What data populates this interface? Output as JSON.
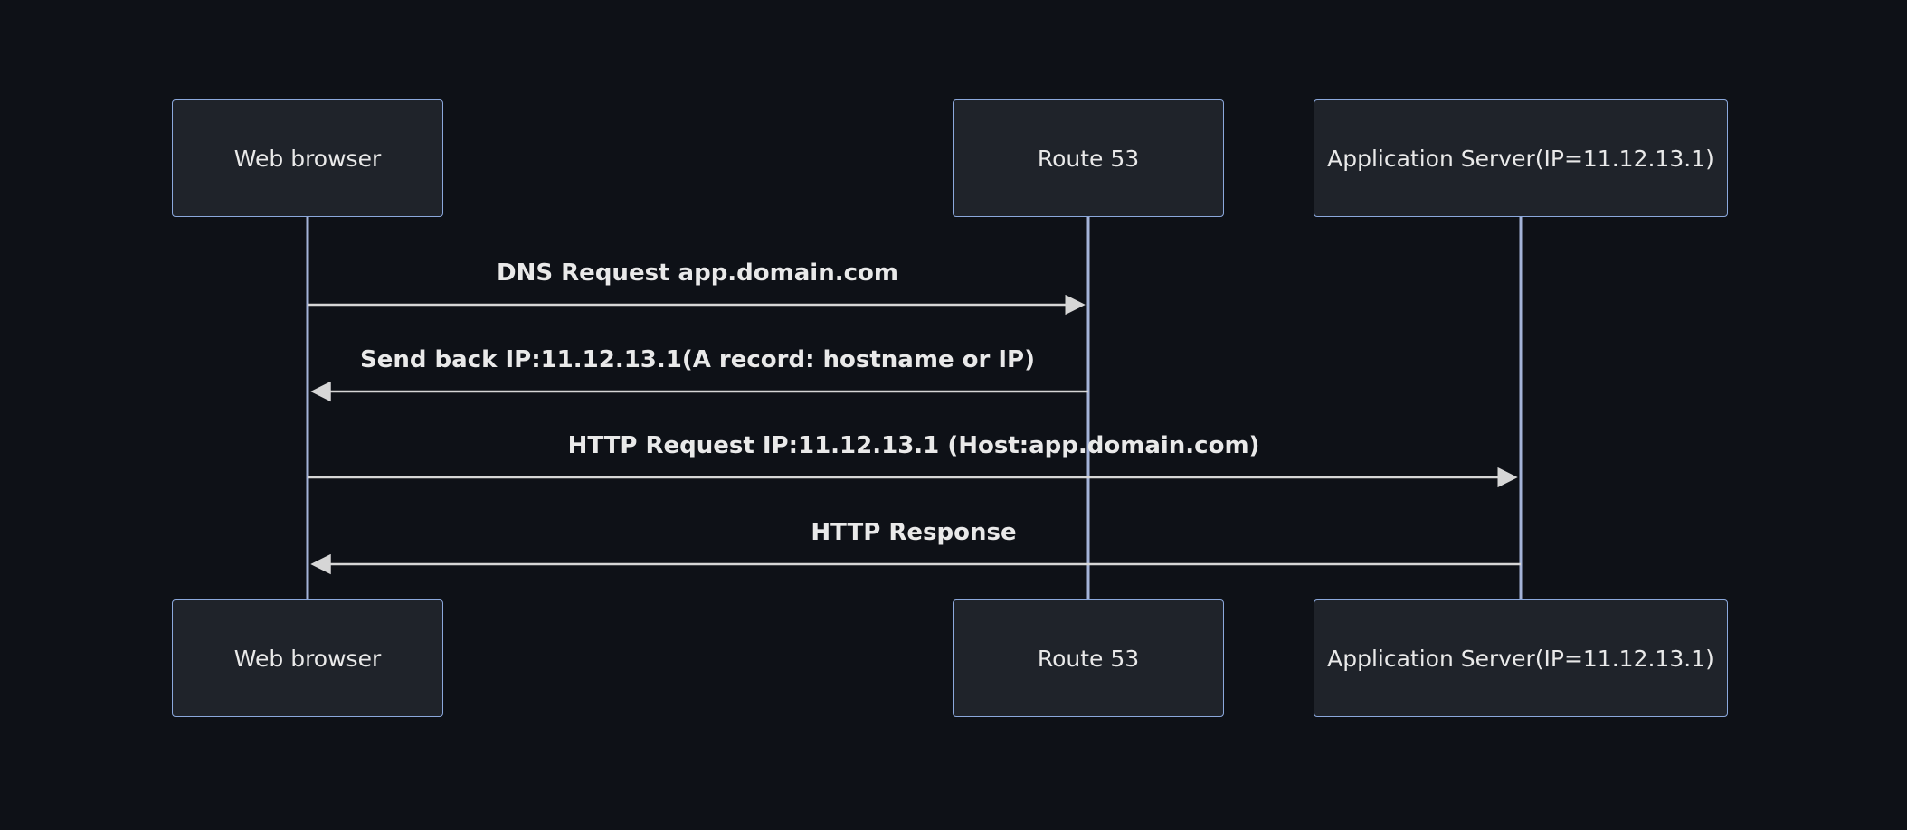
{
  "diagram": {
    "type": "sequence-diagram",
    "actors": [
      {
        "id": "web-browser",
        "label": "Web browser"
      },
      {
        "id": "route-53",
        "label": "Route 53"
      },
      {
        "id": "app-server",
        "label": "Application Server(IP=11.12.13.1)"
      }
    ],
    "messages": [
      {
        "from": "web-browser",
        "to": "route-53",
        "direction": "right",
        "label": "DNS Request app.domain.com"
      },
      {
        "from": "route-53",
        "to": "web-browser",
        "direction": "left",
        "label": "Send back IP:11.12.13.1(A record: hostname or IP)"
      },
      {
        "from": "web-browser",
        "to": "app-server",
        "direction": "right",
        "label": "HTTP Request IP:11.12.13.1 (Host:app.domain.com)"
      },
      {
        "from": "app-server",
        "to": "web-browser",
        "direction": "left",
        "label": "HTTP Response"
      }
    ],
    "colors": {
      "background": "#0e1117",
      "box_fill": "#1f232a",
      "box_border": "#8ba8dc",
      "lifeline": "#a4b3d8",
      "arrow": "#d6d6d6",
      "text": "#e9e9e9"
    }
  }
}
